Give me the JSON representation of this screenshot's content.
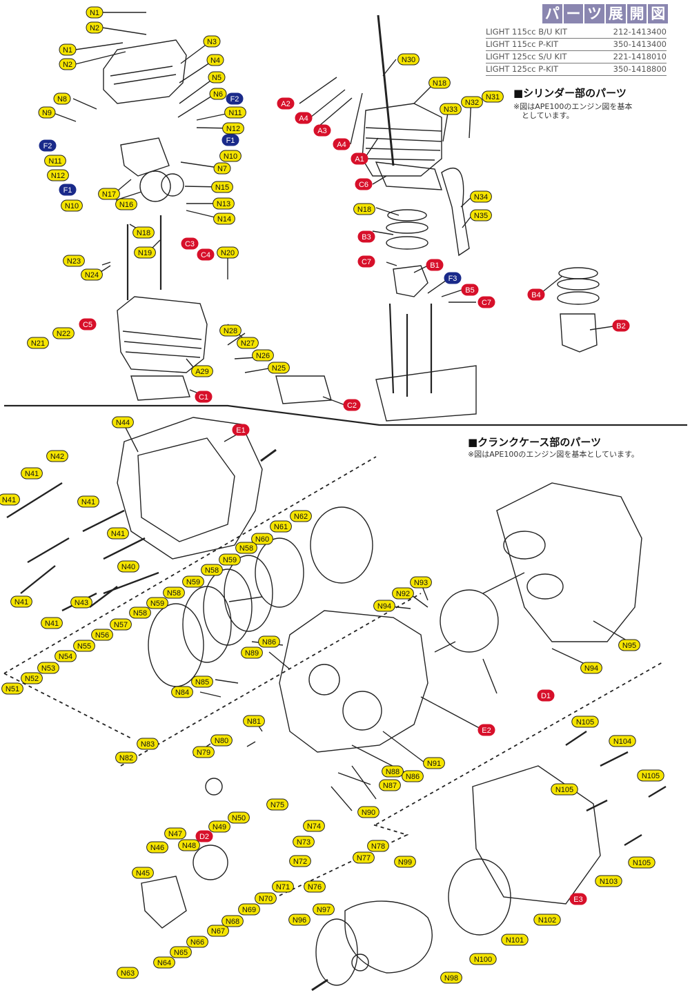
{
  "header": {
    "title_chars": [
      "パ",
      "ー",
      "ツ",
      "展",
      "開",
      "図"
    ],
    "kits": [
      {
        "name": "LIGHT 115cc B/U KIT",
        "code": "212-1413400"
      },
      {
        "name": "LIGHT 115cc P-KIT",
        "code": "350-1413400"
      },
      {
        "name": "LIGHT 125cc S/U KIT",
        "code": "221-1418010"
      },
      {
        "name": "LIGHT 125cc P-KIT",
        "code": "350-1418800"
      }
    ]
  },
  "sections": {
    "cylinder": {
      "title": "■シリンダー部のパーツ",
      "note_line1": "※図はAPE100のエンジン図を基本",
      "note_line2": "としています。"
    },
    "crankcase": {
      "title": "■クランクケース部のパーツ",
      "note": "※図はAPE100のエンジン図を基本としています。"
    }
  },
  "colors": {
    "yellow": "#f5e400",
    "red": "#d7102a",
    "blue": "#1a2a8a",
    "kit_tab": "#8a86b0",
    "line": "#222222"
  },
  "labels": {
    "cylinder_n": [
      "N1",
      "N2",
      "N1",
      "N2",
      "N3",
      "N4",
      "N5",
      "N6",
      "N8",
      "N9",
      "N11",
      "N12",
      "N11",
      "N12",
      "N10",
      "N10",
      "N7",
      "N15",
      "N13",
      "N14",
      "N16",
      "N17",
      "N18",
      "N19",
      "N20",
      "N21",
      "N22",
      "N23",
      "N24",
      "N25",
      "N26",
      "N27",
      "N28",
      "A29",
      "N30",
      "N18",
      "N33",
      "N32",
      "N31",
      "N34",
      "N35",
      "N18"
    ],
    "cylinder_red": [
      "A2",
      "A4",
      "A3",
      "A4",
      "A1",
      "C6",
      "B3",
      "C7",
      "B1",
      "B5",
      "C7",
      "B4",
      "B2",
      "C3",
      "C4",
      "C5",
      "C1",
      "C2"
    ],
    "cylinder_blue": [
      "F2",
      "F1",
      "F2",
      "F1",
      "F3"
    ],
    "crank_n": [
      "N44",
      "N42",
      "N41",
      "N41",
      "N41",
      "N41",
      "N40",
      "N41",
      "N43",
      "N41",
      "N62",
      "N61",
      "N60",
      "N58",
      "N59",
      "N58",
      "N59",
      "N58",
      "N59",
      "N58",
      "N57",
      "N56",
      "N55",
      "N54",
      "N53",
      "N52",
      "N51",
      "N85",
      "N84",
      "N86",
      "N89",
      "N81",
      "N80",
      "N83",
      "N82",
      "N79",
      "N50",
      "N49",
      "N48",
      "N47",
      "N46",
      "N45",
      "N63",
      "N64",
      "N65",
      "N66",
      "N67",
      "N68",
      "N69",
      "N70",
      "N71",
      "N72",
      "N73",
      "N74",
      "N75",
      "N76",
      "N77",
      "N78",
      "N87",
      "N88",
      "N90",
      "N91",
      "N86",
      "N92",
      "N93",
      "N94",
      "N94",
      "N95",
      "N96",
      "N97",
      "N98",
      "N99",
      "N100",
      "N101",
      "N102",
      "N103",
      "N105",
      "N104",
      "N105",
      "N105",
      "N105"
    ],
    "crank_red": [
      "E1",
      "D1",
      "E2",
      "D2",
      "E3"
    ]
  }
}
